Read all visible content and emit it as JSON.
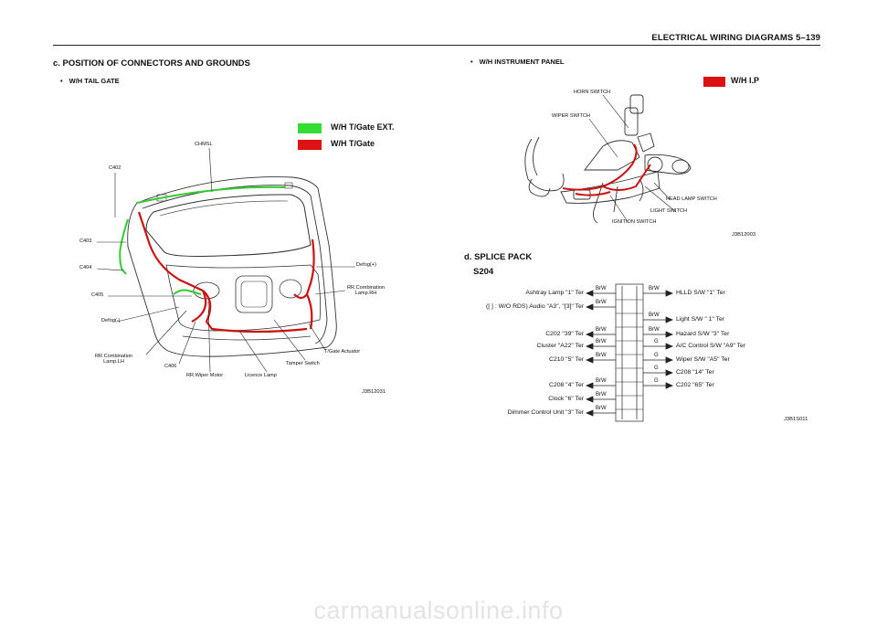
{
  "header": {
    "title": "ELECTRICAL WIRING DIAGRAMS   5–139"
  },
  "left": {
    "section_title": "c. POSITION OF CONNECTORS AND GROUNDS",
    "bullet": "W/H TAIL GATE",
    "legend": [
      {
        "label": "W/H T/Gate EXT.",
        "color": "#33dd33"
      },
      {
        "label": "W/H T/Gate",
        "color": "#dd1111"
      }
    ],
    "labels": {
      "chmsl": "CHMSL",
      "c402": "C402",
      "c403": "C403",
      "c404": "C404",
      "c405": "C405",
      "defog_minus": "Defog(-)",
      "rr_comb_lh": "RR.Combination\nLamp.LH",
      "c406": "C406",
      "rr_wiper_motor": "RR.Wiper Motor",
      "licence_lamp": "Licence Lamp",
      "tamper_switch": "Tamper Switch",
      "tgate_actuator": "T/Gate Actuator",
      "rr_comb_rh": "RR.Combination\nLamp.RH",
      "defog_plus": "Defog(+)"
    },
    "code": "J3B12031"
  },
  "right": {
    "bullet": "W/H INSTRUMENT PANEL",
    "legend": {
      "label": "W/H I.P",
      "color": "#dd1111"
    },
    "labels": {
      "horn_switch": "HORN SWITCH",
      "wiper_switch": "WIPER SWITCH",
      "head_lamp_switch": "HEAD LAMP SWITCH",
      "light_switch": "LIGHT SWITCH",
      "ignition_switch": "IGNITION SWITCH"
    },
    "code": "J3B12003",
    "splice": {
      "section_title": "d. SPLICE PACK",
      "name": "S204",
      "left_rows": [
        {
          "label": "Ashtray Lamp  \"1\" Ter",
          "wire": "BrW"
        },
        {
          "label": "([  ] : W/O RDS) Audio  \"A3\", \"[3]\" Ter",
          "wire": "BrW"
        },
        {
          "label": "C202  \"39\" Ter",
          "wire": "BrW"
        },
        {
          "label": "Cluster  \"A22\" Ter",
          "wire": "BrW"
        },
        {
          "label": "C210 \"5\" Ter",
          "wire": "BrW"
        },
        {
          "label": "C208  \"4\" Ter",
          "wire": "BrW"
        },
        {
          "label": "Clock  \"6\" Ter",
          "wire": "BrW"
        },
        {
          "label": "Dimmer Control Unit  \"3\" Ter",
          "wire": "BrW"
        }
      ],
      "right_rows": [
        {
          "label": "HLLD S/W  \"1\" Ter",
          "wire": "BrW"
        },
        {
          "label": "Light S/W  \" 1\" Ter",
          "wire": "BrW"
        },
        {
          "label": "Hazard S/W  \"3\" Ter",
          "wire": "BrW"
        },
        {
          "label": "A/C Control S/W \"A9\" Ter",
          "wire": "G"
        },
        {
          "label": "Wiper S/W  \"A5\" Ter",
          "wire": "G"
        },
        {
          "label": "C208  \"14\" Ter",
          "wire": "G"
        },
        {
          "label": "C202  \"65\" Ter",
          "wire": "G"
        }
      ],
      "code": "J3B1S011"
    }
  },
  "watermark": "carmanualsonline.info"
}
